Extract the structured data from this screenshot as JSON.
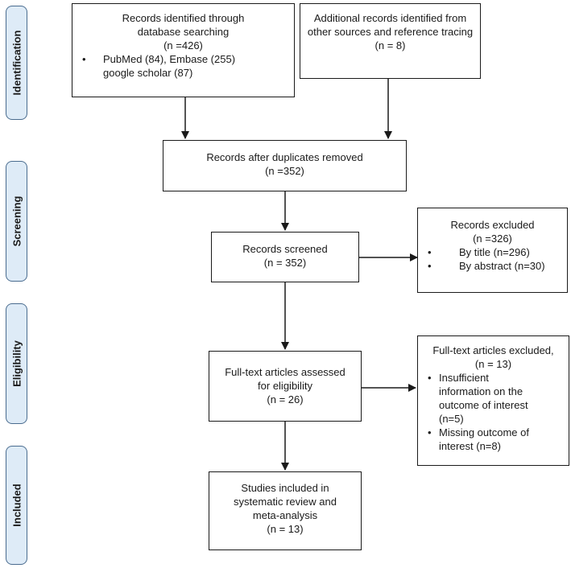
{
  "stages": [
    "Identification",
    "Screening",
    "Eligibility",
    "Included"
  ],
  "boxes": {
    "identified": {
      "lines": [
        "Records identified through",
        "database searching",
        "(n =426)"
      ],
      "bullet": "PubMed (84), Embase (255)",
      "after": "google scholar (87)"
    },
    "additional": {
      "lines": [
        "Additional records identified from",
        "other sources and reference tracing",
        "(n = 8)"
      ]
    },
    "duplicates": {
      "lines": [
        "Records after duplicates removed",
        "(n =352)"
      ]
    },
    "screened": {
      "lines": [
        "Records screened",
        "(n = 352)"
      ]
    },
    "excluded": {
      "lines": [
        "Records excluded",
        "(n =326)"
      ],
      "bullets": [
        "By title (n=296)",
        "By abstract (n=30)"
      ]
    },
    "fulltext": {
      "lines": [
        "Full-text articles assessed",
        "for eligibility",
        "(n = 26)"
      ]
    },
    "fulltext_excluded": {
      "lines": [
        "Full-text articles excluded,",
        "(n = 13)"
      ],
      "bullets": [
        [
          "Insufficient",
          "information on the",
          "outcome of interest",
          "(n=5)"
        ],
        [
          "Missing outcome of",
          "interest (n=8)"
        ]
      ]
    },
    "included": {
      "lines": [
        "Studies included in",
        "systematic review and",
        "meta-analysis",
        "(n = 13)"
      ]
    }
  }
}
